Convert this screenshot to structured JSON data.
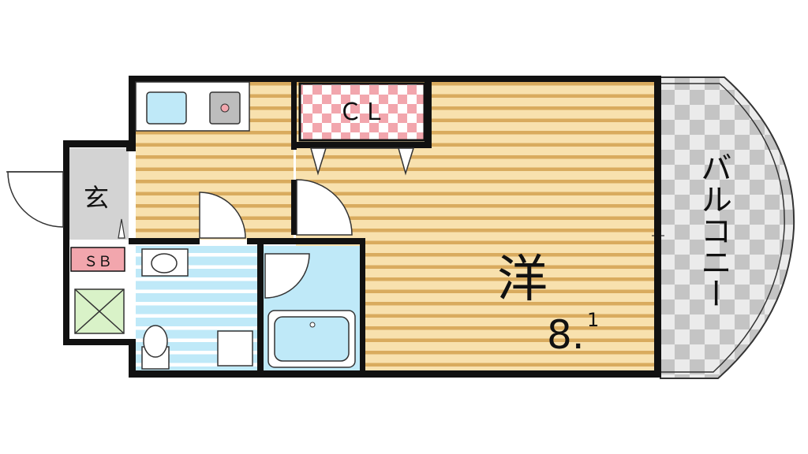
{
  "plan": {
    "closet_label": "ＣＬ",
    "entrance_label": "玄",
    "shoe_box_label": "ＳＢ",
    "room_label": "洋",
    "room_size_main": "8.",
    "room_size_sup": "1",
    "balcony_label": "バルコニー"
  },
  "colors": {
    "floor_wood": "#f6d9a0",
    "floor_stripe": "#d9ab5e",
    "wet_area": "#bde9f7",
    "closet_check": "#f2a6ad",
    "balcony_check": "#c6c6c6",
    "entrance_floor": "#d3d3d3",
    "wall": "#111111"
  }
}
